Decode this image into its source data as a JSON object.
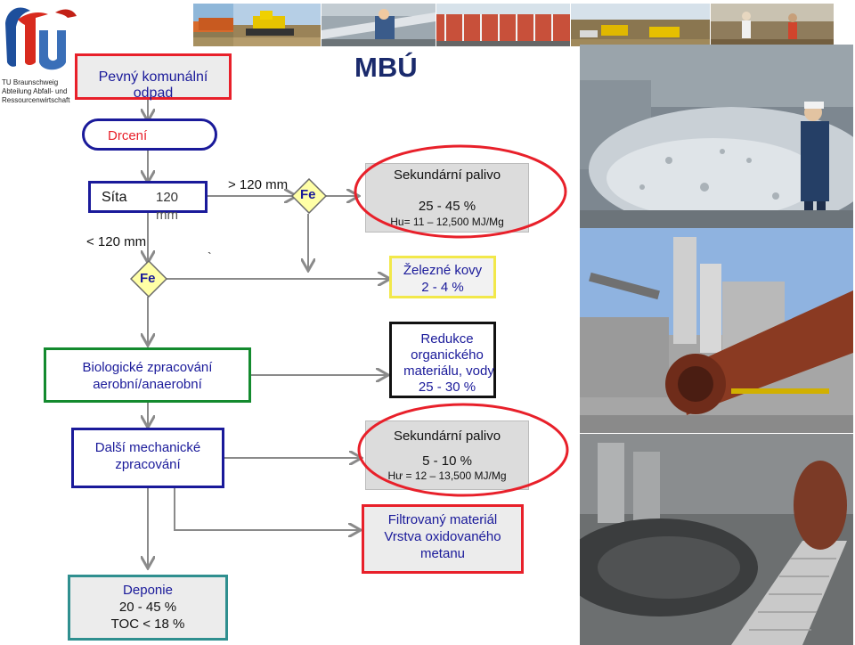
{
  "header": {
    "title": "MBÚ",
    "logo": {
      "line1": "TU Braunschweig",
      "line2": "Abteilung Abfall- und",
      "line3": "Ressourcenwirtschaft"
    }
  },
  "colors": {
    "red": "#e8202a",
    "blue": "#1a1a9a",
    "green": "#138a2e",
    "yellow": "#f2e84a",
    "teal": "#2f8f8f",
    "fe_fill": "#ffffa6",
    "fe_stroke": "#6a6a6a"
  },
  "nodes": {
    "input": "Pevný komunální odpad",
    "shred": "Drcení",
    "screen": {
      "label": "Síta",
      "size_line1": "120",
      "size_line2": "mm"
    },
    "gt120": "> 120 mm",
    "lt120": "< 120 mm",
    "backtick": "`",
    "fe_top": "Fe",
    "fe_left": "Fe",
    "fuel1": {
      "title": "Sekundární palivo",
      "pct": "25 - 45 %",
      "hu": "Hu= 11 – 12,500 MJ/Mg"
    },
    "iron": {
      "title": "Železné kovy",
      "pct": "2 - 4 %"
    },
    "bio": {
      "line1": "Biologické zpracování",
      "line2": "aerobní/anaerobní"
    },
    "reduce": {
      "line1": "Redukce",
      "line2": "organického",
      "line3": "materiálu, vody",
      "line4": "25 - 30 %"
    },
    "mech": {
      "line1": "Další mechanické",
      "line2": "zpracování"
    },
    "fuel2": {
      "title": "Sekundární palivo",
      "pct": "5 - 10 %",
      "hu": "Hư = 12 – 13,500 MJ/Mg"
    },
    "filter": {
      "line1": "Filtrovaný materiál",
      "line2": "Vrstva oxidovaného",
      "line3": "metanu"
    },
    "landfill": {
      "line1": "Deponie",
      "line2": "20 - 45 %",
      "line3": "TOC < 18 %"
    }
  },
  "photos": [
    "landfill-truck-photo",
    "bulldozer-photo",
    "sorting-plant-photo",
    "greenhouse-hall-photo",
    "landfill-equipment-photo",
    "waste-workers-photo",
    "rdf-bunker-photo",
    "cement-kiln-photo",
    "material-storage-photo"
  ]
}
